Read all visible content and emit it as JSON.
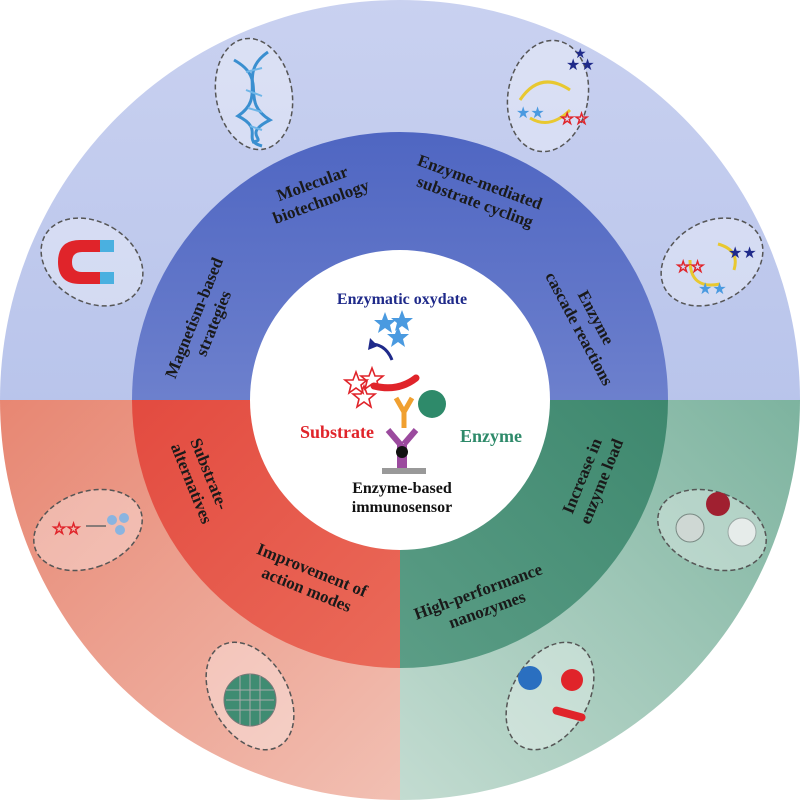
{
  "center": {
    "title": "Enzymatic oxydate",
    "substrate_label": "Substrate",
    "enzyme_label": "Enzyme",
    "immunosensor_label": [
      "Enzyme-based",
      "immunosensor"
    ]
  },
  "strategies": {
    "molecular_biotech": [
      "Molecular",
      "biotechnology"
    ],
    "substrate_cycling": [
      "Enzyme-mediated",
      "substrate cycling"
    ],
    "cascade": [
      "Enzyme",
      "cascade reactions"
    ],
    "magnetism": [
      "Magnetism-based",
      "strategies"
    ],
    "substrate_alternatives": [
      "Substrate-",
      "alternatives"
    ],
    "action_modes": [
      "Improvement of",
      "action modes"
    ],
    "nanozymes": [
      "High-performance",
      "nanozymes"
    ],
    "enzyme_load": [
      "Increase in",
      "enzyme load"
    ]
  },
  "colors": {
    "blue_outer": "#b7c3ea",
    "blue_inner": "#6e82cf",
    "red_outer": "#ec8a73",
    "red_inner": "#e04a3c",
    "green_outer": "#9cc8b6",
    "green_inner": "#3f8c72",
    "title_blue": "#1f2a8a",
    "substrate_red": "#e0242a",
    "enzyme_green": "#2e8a6a"
  },
  "icons": [
    "dna-icon",
    "star-cycle-icon",
    "magnet-icon",
    "star-cascade-icon",
    "star-linker-icon",
    "nanozyme-cluster-icon",
    "mesh-particle-icon",
    "nanoparticles-icon"
  ]
}
